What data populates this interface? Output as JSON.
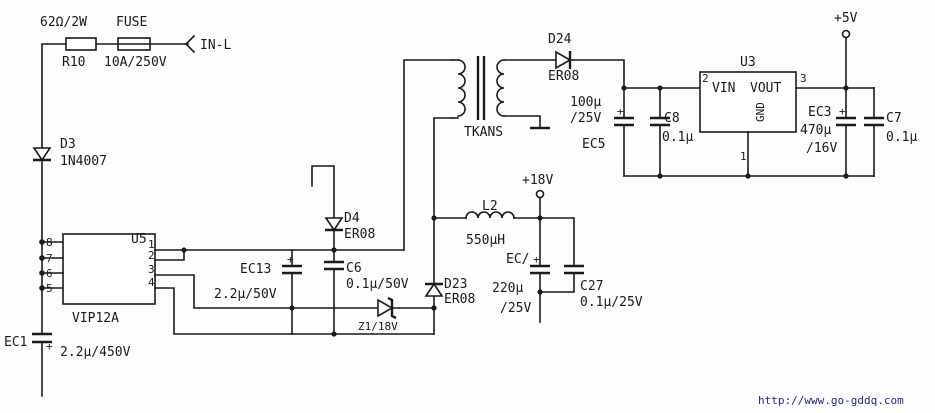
{
  "labels": {
    "r10_value": "62Ω/2W",
    "r10_name": "R10",
    "fuse_name": "FUSE",
    "fuse_value": "10A/250V",
    "input": "IN-L",
    "d3_name": "D3",
    "d3_part": "1N4007",
    "ec1_name": "EC1",
    "ec1_value": "2.2μ/450V",
    "u5_name": "U5",
    "u5_part": "VIP12A",
    "ec13_name": "EC13",
    "ec13_value": "2.2μ/50V",
    "d4_name": "D4",
    "d4_part": "ER08",
    "c6_name": "C6",
    "c6_value": "0.1μ/50V",
    "z1_name": "Z1/18V",
    "d23_name": "D23",
    "d23_part": "ER08",
    "transformer": "TKANS",
    "d24_name": "D24",
    "d24_part": "ER08",
    "ec5_value1": "100μ",
    "ec5_value2": "/25V",
    "ec5_name": "EC5",
    "c8_name": "C8",
    "c8_value": "0.1μ",
    "u3_name": "U3",
    "u3_vin": "VIN",
    "u3_vout": "VOUT",
    "u3_gnd": "GND",
    "plus5v": "+5V",
    "ec3_name": "EC3",
    "ec3_value1": "470μ",
    "ec3_value2": "/16V",
    "c7_name": "C7",
    "c7_value": "0.1μ",
    "plus18v": "+18V",
    "l2_name": "L2",
    "l2_value": "550μH",
    "ec_name": "EC/",
    "ec_value1": "220μ",
    "ec_value2": "/25V",
    "c27_name": "C27",
    "c27_value": "0.1μ/25V",
    "url": "http://www.go-gddq.com"
  },
  "pins": {
    "u5_left": [
      "8",
      "7",
      "6",
      "5"
    ],
    "u5_right": [
      "1",
      "2",
      "3",
      "4"
    ],
    "u3_in": "2",
    "u3_out": "3",
    "u3_gnd": "1"
  }
}
